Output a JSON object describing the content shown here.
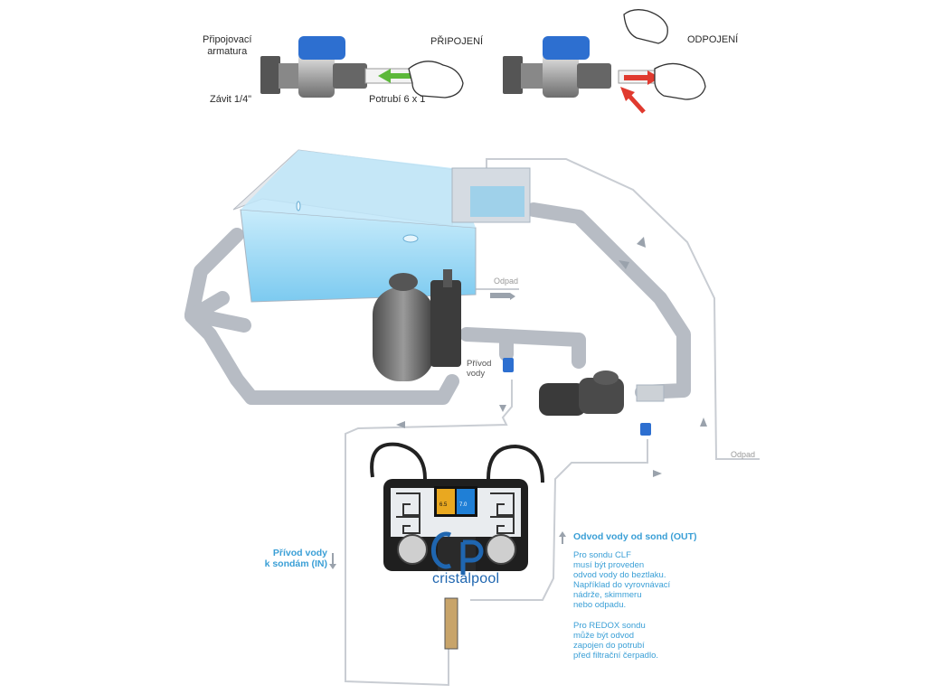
{
  "top": {
    "connect_fitting": [
      "Připojovací",
      "armatura"
    ],
    "thread": "Závit 1/4\"",
    "pipe": "Potrubí 6 x 1",
    "connect": "PŘIPOJENÍ",
    "disconnect": "ODPOJENÍ"
  },
  "labels": {
    "waste_top": "Odpad",
    "waste_right": "Odpad",
    "water_supply": [
      "Přívod",
      "vody"
    ],
    "probe_in": [
      "Přívod vody",
      "k sondám (IN)"
    ],
    "probe_out": "Odvod vody od sond (OUT)",
    "clf_note": [
      "Pro sondu CLF",
      "musí být proveden",
      "odvod vody do beztlaku.",
      "Například do vyrovnávací",
      "nádrže, skimmeru",
      "nebo odpadu."
    ],
    "redox_note": [
      "Pro REDOX sondu",
      "může být odvod",
      "zapojen do potrubí",
      "před filtrační čerpadlo."
    ]
  },
  "device": {
    "display_left": "6.5",
    "display_right": "7.0"
  },
  "watermark": "cristalpool",
  "colors": {
    "pipe": "#b7bcc4",
    "water": "#7ccaf0",
    "accent_blue": "#3a9fd6",
    "arrow_green": "#5cb83a",
    "arrow_red": "#e03a2f"
  }
}
